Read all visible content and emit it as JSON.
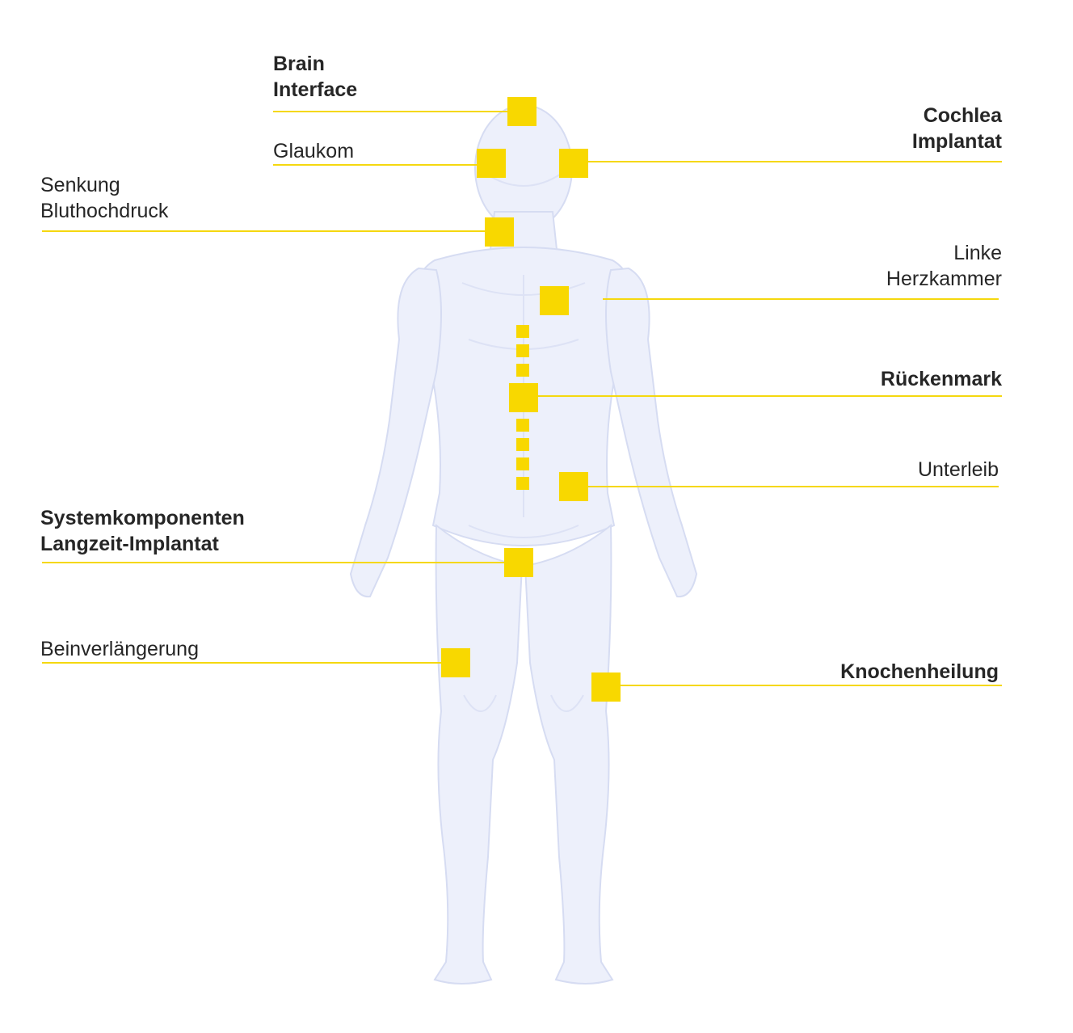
{
  "colors": {
    "accent": "#f8d800",
    "body": "#edf0fb",
    "text": "#262626"
  },
  "labels": {
    "brain_interface": {
      "line1": "Brain",
      "line2": "Interface"
    },
    "glaukom": {
      "line1": "Glaukom"
    },
    "senkung_bluthochdruck": {
      "line1": "Senkung",
      "line2": "Bluthochdruck"
    },
    "systemkomponenten": {
      "line1": "Systemkomponenten",
      "line2": "Langzeit-Implantat"
    },
    "beinverlaengerung": {
      "line1": "Beinverlängerung"
    },
    "cochlea_implantat": {
      "line1": "Cochlea",
      "line2": "Implantat"
    },
    "linke_herzkammer": {
      "line1": "Linke",
      "line2": "Herzkammer"
    },
    "rueckenmark": {
      "line1": "Rückenmark"
    },
    "unterleib": {
      "line1": "Unterleib"
    },
    "knochenheilung": {
      "line1": "Knochenheilung"
    }
  }
}
